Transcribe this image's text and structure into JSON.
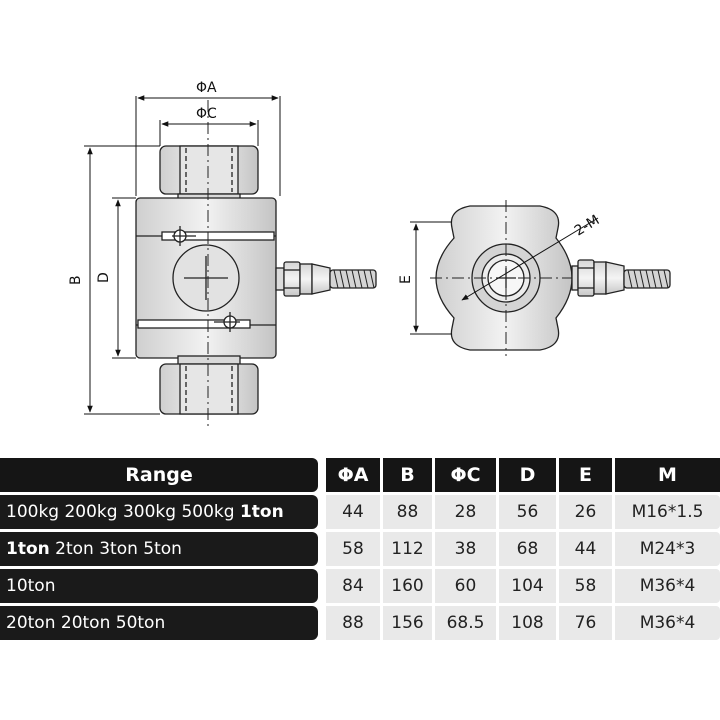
{
  "diagram": {
    "labels": {
      "phiA": "ΦA",
      "phiC": "ΦC",
      "B": "B",
      "D": "D",
      "E": "E",
      "M": "2-M"
    }
  },
  "table": {
    "headers": [
      "Range",
      "ΦA",
      "B",
      "ΦC",
      "D",
      "E",
      "M"
    ],
    "rows": [
      {
        "range_plain": "100kg  200kg 300kg 500kg ",
        "range_bold": "1ton",
        "range_after": "",
        "values": [
          "44",
          "88",
          "28",
          "56",
          "26",
          "M16*1.5"
        ]
      },
      {
        "range_plain": "",
        "range_bold": "1ton",
        "range_after": " 2ton 3ton 5ton",
        "values": [
          "58",
          "112",
          "38",
          "68",
          "44",
          "M24*3"
        ]
      },
      {
        "range_plain": "10ton",
        "range_bold": "",
        "range_after": "",
        "values": [
          "84",
          "160",
          "60",
          "104",
          "58",
          "M36*4"
        ]
      },
      {
        "range_plain": "20ton  20ton  50ton",
        "range_bold": "",
        "range_after": "",
        "values": [
          "88",
          "156",
          "68.5",
          "108",
          "76",
          "M36*4"
        ]
      }
    ]
  }
}
